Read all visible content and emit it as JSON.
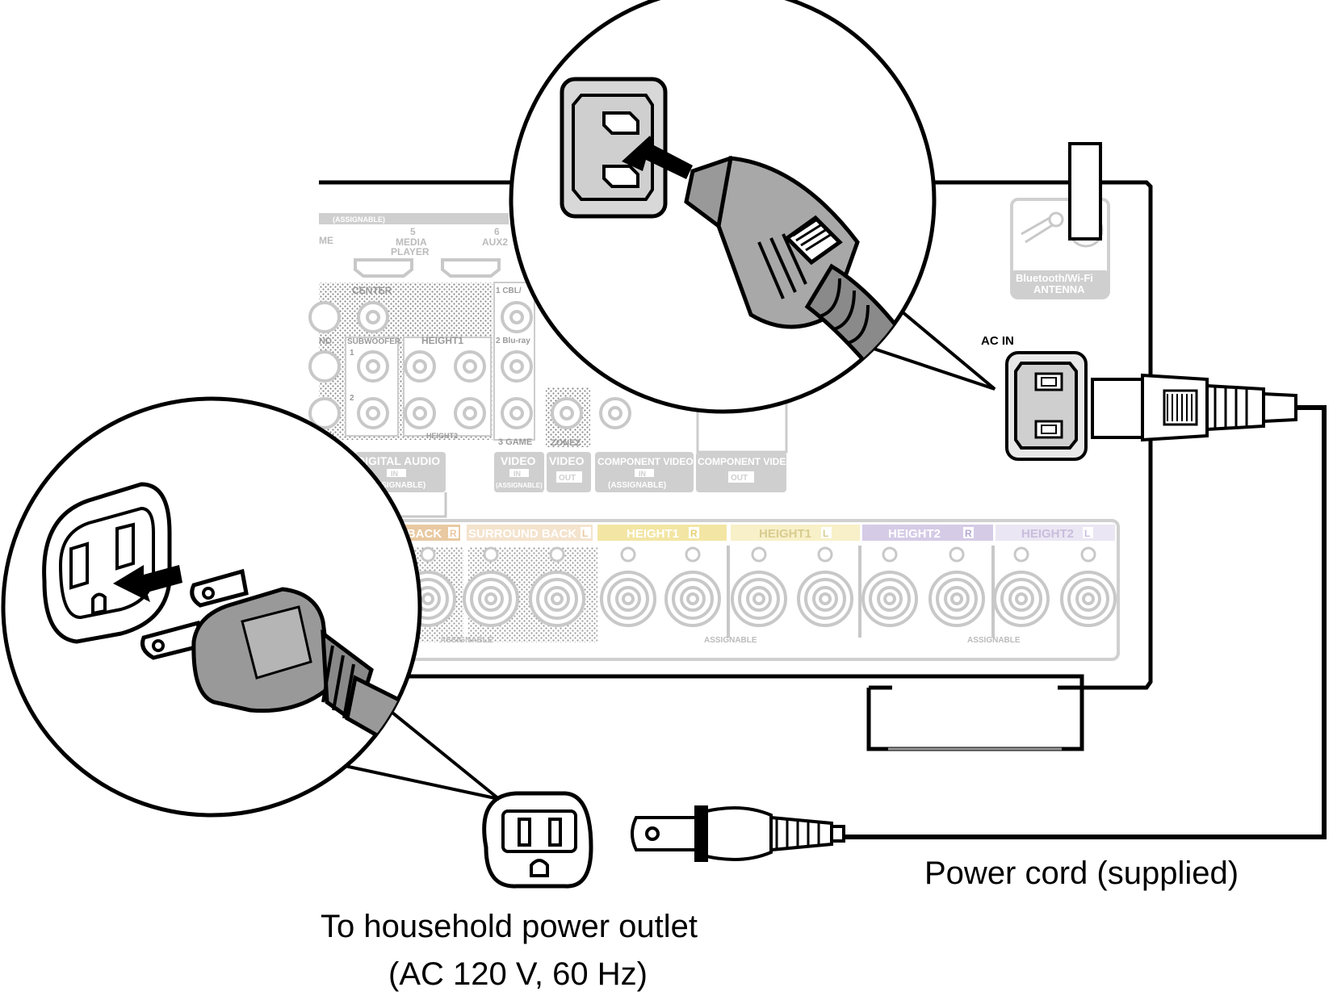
{
  "labels": {
    "assignable_top": "(ASSIGNABLE)",
    "me": "ME",
    "media_player_num": "5",
    "media_player_1": "MEDIA",
    "media_player_2": "PLAYER",
    "aux2_num": "6",
    "aux2": "AUX2",
    "center": "CENTER",
    "subwoofer": "SUBWOOFER",
    "height1": "HEIGHT1",
    "height2_small": "HEIGHT2",
    "nd": "ND",
    "ack": "ACK",
    "one_cbl": "1 CBL/",
    "two_bluray": "2 Blu-ray",
    "three_game": "3 GAME",
    "zone2": "ZONE2",
    "digital_audio": "DIGITAL AUDIO",
    "in": "IN",
    "out": "OUT",
    "assignable_paren": "(ASSIGNABLE)",
    "video": "VIDEO",
    "component_video": "COMPONENT VIDEO",
    "nd_back": "ND BACK",
    "surround_back": "SURROUND BACK",
    "height1_r": "HEIGHT1",
    "height1_l": "HEIGHT1",
    "height2_r": "HEIGHT2",
    "height2_l": "HEIGHT2",
    "r": "R",
    "l": "L",
    "assignable": "ASSIGNABLE",
    "bt_1": "Bluetooth/Wi-Fi",
    "bt_2": "ANTENNA",
    "ac_in": "AC IN",
    "one": "1",
    "two": "2"
  },
  "captions": {
    "power_cord": "Power cord (supplied)",
    "outlet_line1": "To household power outlet",
    "outlet_line2": "(AC 120 V, 60 Hz)"
  },
  "colors": {
    "panel_grey": "#cfcfcf",
    "surround_orange": "#e9c9a2",
    "height1_yellow": "#f3e6a4",
    "height2_purple": "#d5cbe6",
    "line": "#000000"
  }
}
